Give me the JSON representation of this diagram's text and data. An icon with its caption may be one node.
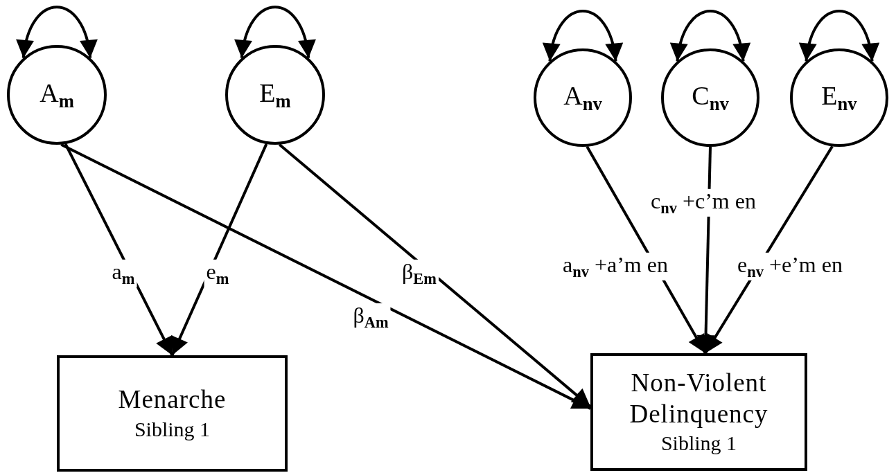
{
  "diagram": {
    "nodes": [
      {
        "text": [
          "A$_{m}$"
        ]
      },
      {
        "text": [
          "E$_{m}$"
        ]
      },
      {
        "text": [
          "A$_{nv}$"
        ]
      },
      {
        "text": [
          "C$_{nv}$"
        ]
      },
      {
        "text": [
          "E$_{nv}$"
        ]
      },
      {
        "text": [
          "Menarche",
          "Sibling 1"
        ]
      },
      {
        "text": [
          "Non-Violent Delinquency",
          "Sibling 1"
        ]
      }
    ],
    "edges": [
      {
        "from": 0,
        "to": 0,
        "arrow": "both"
      },
      {
        "from": 1,
        "to": 1,
        "arrow": "both"
      },
      {
        "from": 2,
        "to": 2,
        "arrow": "both"
      },
      {
        "from": 3,
        "to": 3,
        "arrow": "both"
      },
      {
        "from": 4,
        "to": 4,
        "arrow": "both"
      },
      {
        "from": 0,
        "to": 5,
        "arrow": "to",
        "label": "a$_{m}$"
      },
      {
        "from": 1,
        "to": 5,
        "arrow": "to",
        "label": "e$_{m}$"
      },
      {
        "from": 0,
        "to": 6,
        "arrow": "to",
        "label": "β$_{Am}$"
      },
      {
        "from": 1,
        "to": 6,
        "arrow": "to",
        "label": "β$_{Em}$"
      },
      {
        "from": 2,
        "to": 6,
        "arrow": "to",
        "label": "a$_{nv}$ +a’m en"
      },
      {
        "from": 3,
        "to": 6,
        "arrow": "to",
        "label": "c$_{nv}$ +c’m en"
      },
      {
        "from": 4,
        "to": 6,
        "arrow": "to",
        "label": "e$_{nv}$ +e’m en"
      }
    ]
  }
}
